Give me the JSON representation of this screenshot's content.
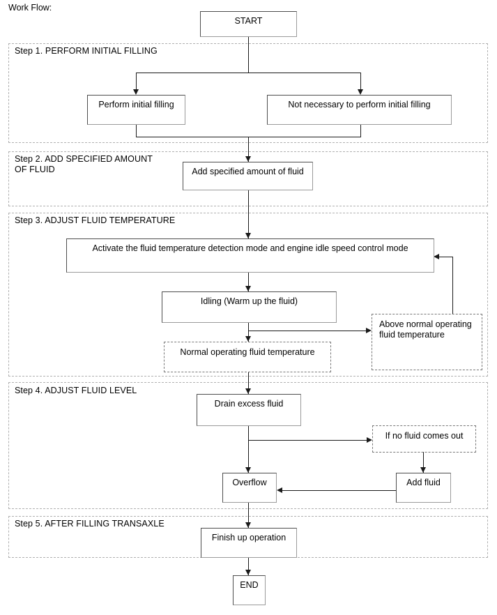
{
  "diagram": {
    "caption": "Work Flow:",
    "terminals": {
      "start": "START",
      "end": "END"
    },
    "steps": [
      {
        "id": "step-1",
        "label": "Step 1. PERFORM INITIAL FILLING",
        "nodes": [
          {
            "id": "perform-initial-filling",
            "text": "Perform initial filling",
            "style": "solid"
          },
          {
            "id": "not-necessary-initial-filling",
            "text": "Not necessary to perform initial filling",
            "style": "solid"
          }
        ]
      },
      {
        "id": "step-2",
        "label": "Step 2. ADD SPECIFIED AMOUNT\nOF FLUID",
        "nodes": [
          {
            "id": "add-specified-amount-of-fluid",
            "text": "Add specified amount of fluid",
            "style": "solid"
          }
        ]
      },
      {
        "id": "step-3",
        "label": "Step 3. ADJUST FLUID TEMPERATURE",
        "nodes": [
          {
            "id": "activate-detection-mode",
            "text": "Activate the fluid temperature detection mode and engine idle speed control mode",
            "style": "solid"
          },
          {
            "id": "idling-warm-up",
            "text": "Idling (Warm up the fluid)",
            "style": "solid"
          },
          {
            "id": "above-normal-operating-temp",
            "text": "Above normal operating fluid temperature",
            "style": "dashed"
          },
          {
            "id": "normal-operating-temp",
            "text": "Normal operating fluid temperature",
            "style": "dashed"
          }
        ]
      },
      {
        "id": "step-4",
        "label": "Step 4. ADJUST FLUID LEVEL",
        "nodes": [
          {
            "id": "drain-excess-fluid",
            "text": "Drain excess fluid",
            "style": "solid"
          },
          {
            "id": "if-no-fluid-comes-out",
            "text": "If no fluid comes out",
            "style": "dashed"
          },
          {
            "id": "overflow",
            "text": "Overflow",
            "style": "solid"
          },
          {
            "id": "add-fluid",
            "text": "Add fluid",
            "style": "solid"
          }
        ]
      },
      {
        "id": "step-5",
        "label": "Step 5. AFTER FILLING TRANSAXLE",
        "nodes": [
          {
            "id": "finish-up-operation",
            "text": "Finish up operation",
            "style": "solid"
          }
        ]
      }
    ],
    "colors": {
      "line": "#1a1a1a",
      "box_border_dark": "#4d4d4d",
      "box_border_light": "#9a9a9a",
      "dashed_border": "#777777",
      "group_border": "#b0b0b0",
      "background": "#ffffff",
      "text": "#000000"
    }
  }
}
